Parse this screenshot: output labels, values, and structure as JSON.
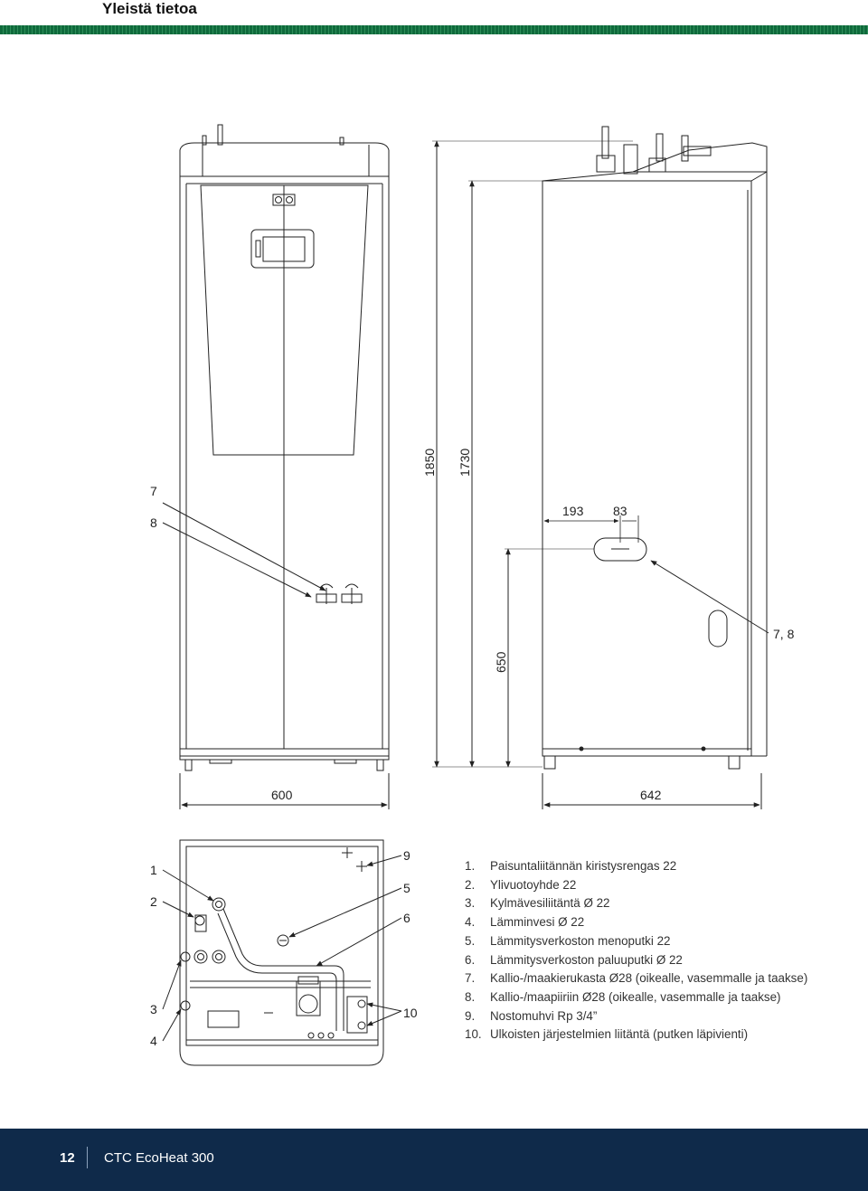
{
  "header": {
    "title": "Yleistä tietoa",
    "accent_color": "#0f6a3c"
  },
  "front_view": {
    "callouts": [
      "7",
      "8"
    ],
    "width_label": "600"
  },
  "side_view": {
    "height_total": "1850",
    "height_body": "1730",
    "height_opening": "650",
    "offset_a": "193",
    "offset_b": "83",
    "depth_label": "642",
    "callout": "7, 8"
  },
  "bottom_view": {
    "callouts_left": [
      "1",
      "2",
      "3",
      "4"
    ],
    "callouts_right": [
      "9",
      "5",
      "6",
      "10"
    ]
  },
  "legend": [
    {
      "num": "1.",
      "text": "Paisuntaliitännän kiristysrengas 22"
    },
    {
      "num": "2.",
      "text": "Ylivuotoyhde 22"
    },
    {
      "num": "3.",
      "text": "Kylmävesiliitäntä Ø 22"
    },
    {
      "num": "4.",
      "text": "Lämminvesi Ø 22"
    },
    {
      "num": "5.",
      "text": "Lämmitysverkoston menoputki 22"
    },
    {
      "num": "6.",
      "text": "Lämmitysverkoston paluuputki Ø 22"
    },
    {
      "num": "7.",
      "text": "Kallio-/maakierukasta Ø28 (oikealle, vasemmalle ja taakse)"
    },
    {
      "num": "8.",
      "text": "Kallio-/maapiiriin Ø28 (oikealle, vasemmalle ja taakse)"
    },
    {
      "num": "9.",
      "text": "Nostomuhvi Rp 3/4”"
    },
    {
      "num": "10.",
      "text": "Ulkoisten järjestelmien liitäntä (putken läpivienti)"
    }
  ],
  "footer": {
    "page_number": "12",
    "product": "CTC EcoHeat 300",
    "background": "#0f2a4a"
  }
}
